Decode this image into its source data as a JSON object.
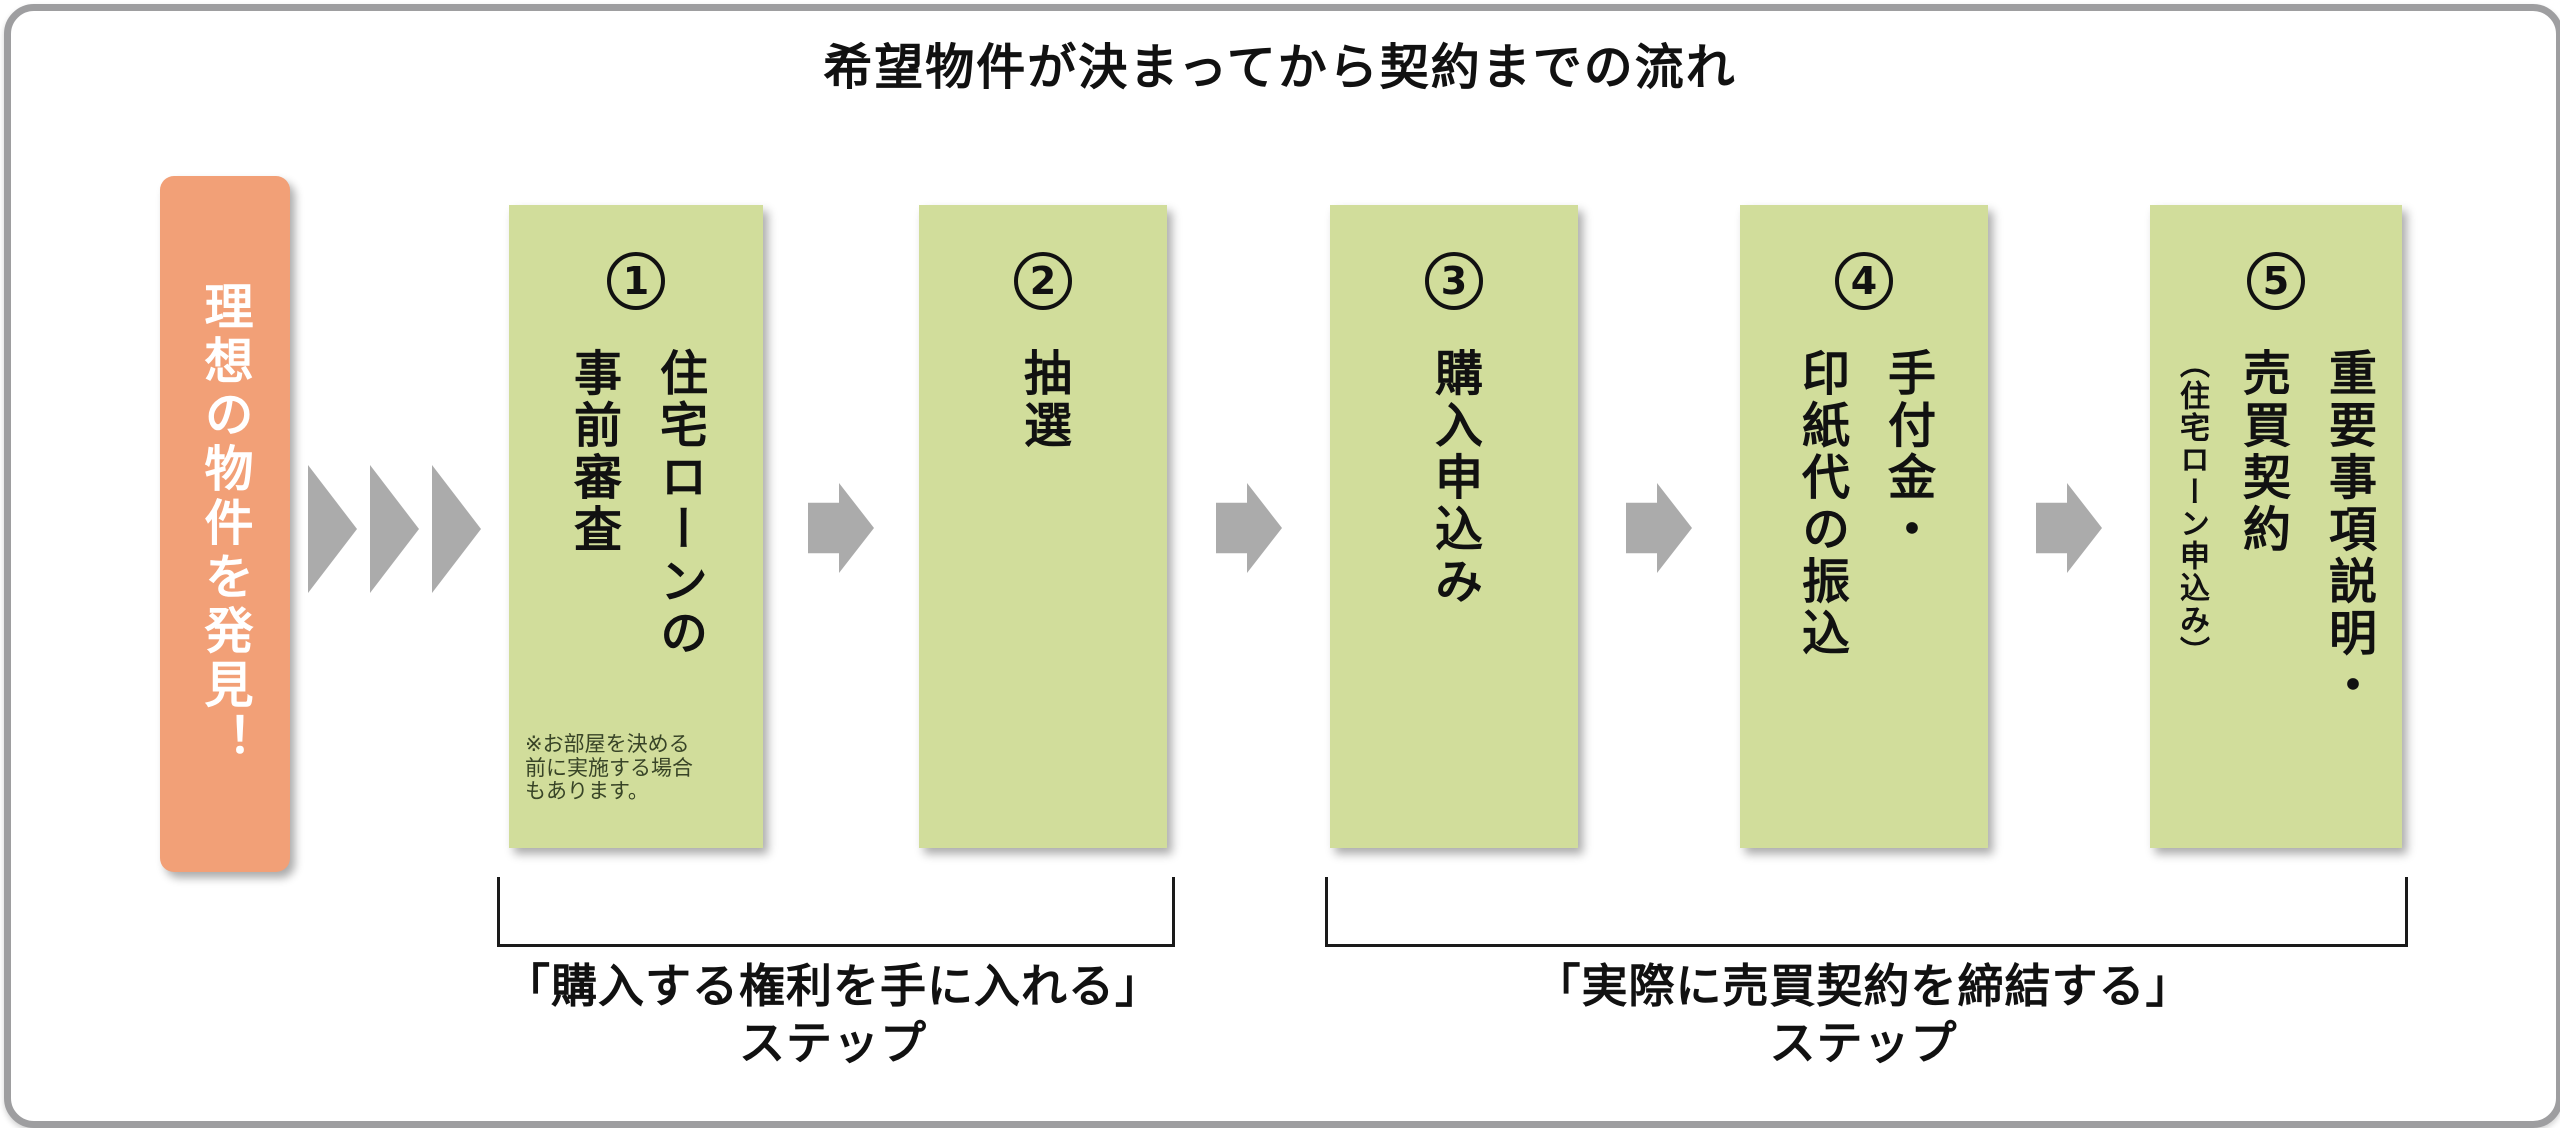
{
  "title": "希望物件が決まってから契約までの流れ",
  "start_box": {
    "label": "理想の物件を発見！"
  },
  "steps": [
    {
      "number": "1",
      "columns": [
        "住宅ローンの",
        "事前審査"
      ],
      "note_lines": [
        "※お部屋を決める",
        "前に実施する場合",
        "もあります。"
      ]
    },
    {
      "number": "2",
      "columns": [
        "抽選"
      ]
    },
    {
      "number": "3",
      "columns": [
        "購入申込み"
      ]
    },
    {
      "number": "4",
      "columns": [
        "手付金・",
        "印紙代の振込"
      ]
    },
    {
      "number": "5",
      "columns": [
        "重要事項説明・",
        "売買契約"
      ],
      "sub_column": "（住宅ローン申込み）"
    }
  ],
  "brackets": [
    {
      "line1": "「購入する権利を手に入れる」",
      "line2": "ステップ"
    },
    {
      "line1": "「実際に売買契約を締結する」",
      "line2": "ステップ"
    }
  ],
  "colors": {
    "step_box_green": "#d1dd9b",
    "start_box_orange": "#f2a077",
    "arrow_gray": "#ababab",
    "frame_gray": "#9e9ea0",
    "text_black": "#111111"
  }
}
